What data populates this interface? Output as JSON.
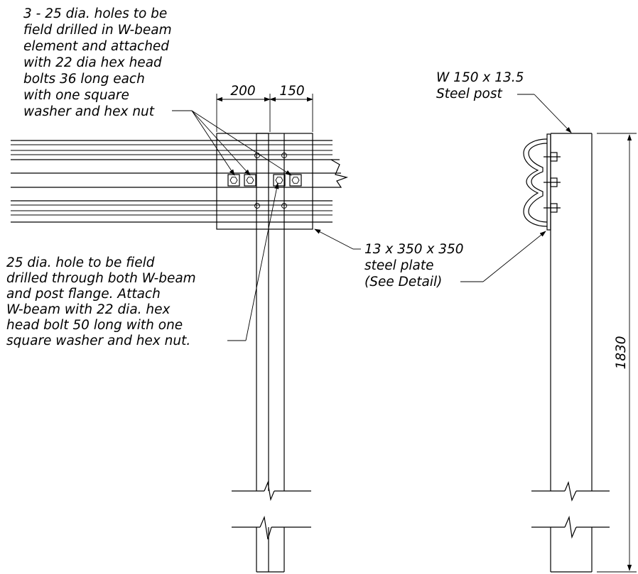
{
  "notes": {
    "holes_note": [
      "3 - 25 dia. holes to be",
      "field drilled in W-beam",
      "element and attached",
      "with 22 dia hex head",
      "bolts 36 long each",
      "with one square",
      "washer and hex nut"
    ],
    "post_hole_note": [
      "25 dia. hole to be field",
      "drilled through both W-beam",
      "and post flange.  Attach",
      "W-beam with 22 dia. hex",
      "head bolt 50 long with one",
      "square washer and hex nut."
    ],
    "plate_note": [
      "13 x 350 x 350",
      "steel plate",
      "(See Detail)"
    ],
    "post_note": [
      "W 150 x 13.5",
      "Steel post"
    ]
  },
  "dimensions": {
    "left_offset": "200",
    "right_offset": "150",
    "post_height": "1830"
  }
}
